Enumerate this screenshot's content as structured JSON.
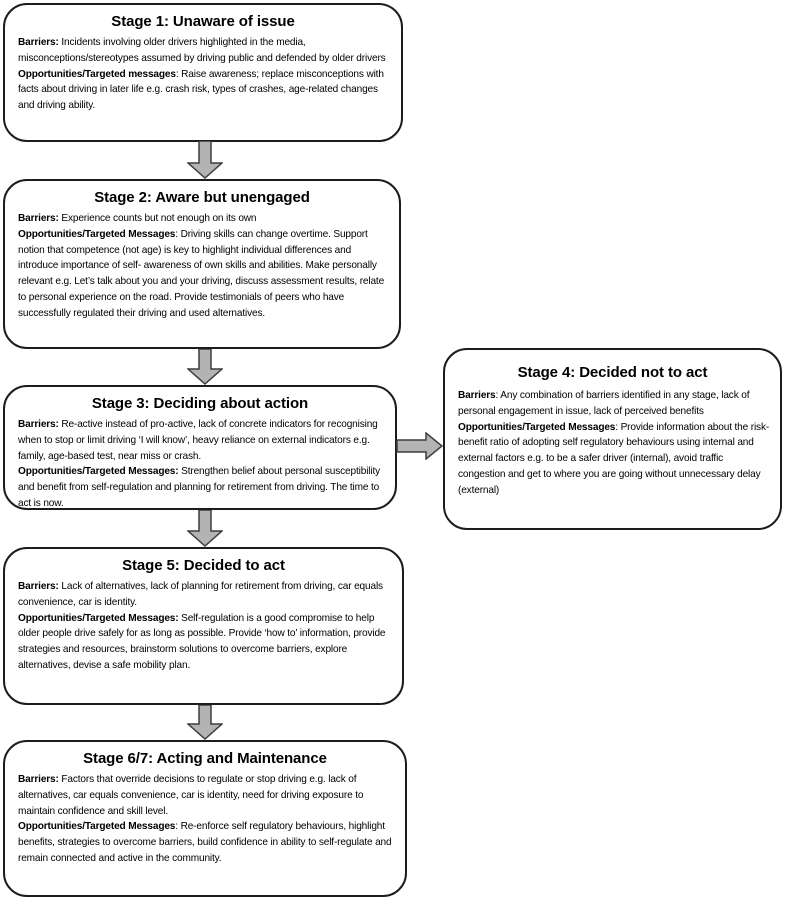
{
  "diagram": {
    "description": "Stages of behaviour change flowchart for older drivers",
    "stages": [
      {
        "id": "stage-1",
        "title": "Stage 1: Unaware of issue",
        "barriers_label": "Barriers:",
        "barriers_text": " Incidents involving older drivers highlighted in the media, misconceptions/stereotypes assumed by driving public and defended by older drivers",
        "opportunities_label": "Opportunities/Targeted messages",
        "opportunities_text": ": Raise awareness; replace misconceptions with facts about driving in later life  e.g. crash risk, types of crashes, age-related changes and driving ability."
      },
      {
        "id": "stage-2",
        "title": "Stage 2: Aware but unengaged",
        "barriers_label": "Barriers:",
        "barriers_text": " Experience counts but not enough on its own",
        "opportunities_label": "Opportunities/Targeted Messages",
        "opportunities_text": ": Driving skills can change overtime. Support notion that competence (not age) is key to highlight individual differences and introduce importance of self- awareness of own skills and abilities.  Make personally relevant e.g. Let’s talk about you and your driving, discuss assessment results, relate to personal experience on the road.  Provide testimonials of peers who have successfully regulated their driving and used alternatives."
      },
      {
        "id": "stage-3",
        "title": "Stage 3: Deciding about action",
        "barriers_label": "Barriers:",
        "barriers_text": " Re-active instead of pro-active, lack of concrete indicators for recognising when to stop or limit driving ‘I will know’,  heavy reliance on external indicators e.g. family, age-based test, near miss or crash.",
        "opportunities_label": "Opportunities/Targeted Messages:",
        "opportunities_text": " Strengthen belief about personal susceptibility and benefit from self-regulation and planning for retirement from driving. The time to act is now."
      },
      {
        "id": "stage-4",
        "title": "Stage 4: Decided not to act",
        "barriers_label": "Barriers",
        "barriers_text": ": Any combination of barriers identified in any stage, lack of personal engagement in issue, lack of perceived benefits",
        "opportunities_label": "Opportunities/Targeted Messages",
        "opportunities_text": ": Provide information about the risk-benefit ratio of adopting self regulatory behaviours using internal and external factors e.g. to be a safer driver (internal), avoid traffic congestion and get to where you are going without unnecessary delay (external)"
      },
      {
        "id": "stage-5",
        "title": "Stage 5: Decided to act",
        "barriers_label": "Barriers:",
        "barriers_text": " Lack of alternatives, lack of planning for retirement from driving, car equals convenience, car is identity.",
        "opportunities_label": "Opportunities/Targeted Messages:",
        "opportunities_text": " Self-regulation is a good compromise to help older people drive safely for as long as possible. Provide ‘how to’ information, provide strategies and resources, brainstorm solutions to overcome barriers, explore alternatives, devise a safe mobility plan."
      },
      {
        "id": "stage-6-7",
        "title": "Stage 6/7: Acting and Maintenance",
        "barriers_label": "Barriers:",
        "barriers_text": " Factors that override decisions to regulate or stop driving e.g. lack of alternatives, car equals convenience, car is identity, need for driving exposure to maintain confidence and skill level.",
        "opportunities_label": "Opportunities/Targeted Messages",
        "opportunities_text": ": Re-enforce self regulatory behaviours, highlight benefits, strategies to overcome barriers, build confidence in ability to self-regulate and remain connected and active in the community."
      }
    ],
    "connections": [
      {
        "from": "stage-1",
        "to": "stage-2",
        "direction": "down"
      },
      {
        "from": "stage-2",
        "to": "stage-3",
        "direction": "down"
      },
      {
        "from": "stage-3",
        "to": "stage-4",
        "direction": "right"
      },
      {
        "from": "stage-3",
        "to": "stage-5",
        "direction": "down"
      },
      {
        "from": "stage-5",
        "to": "stage-6-7",
        "direction": "down"
      }
    ],
    "colors": {
      "background": "#ffffff",
      "box_fill": "#ffffff",
      "box_border": "#1c1c1c",
      "text": "#000000",
      "arrow_fill": "#b3b3b3",
      "arrow_stroke": "#3d3d3d"
    }
  }
}
